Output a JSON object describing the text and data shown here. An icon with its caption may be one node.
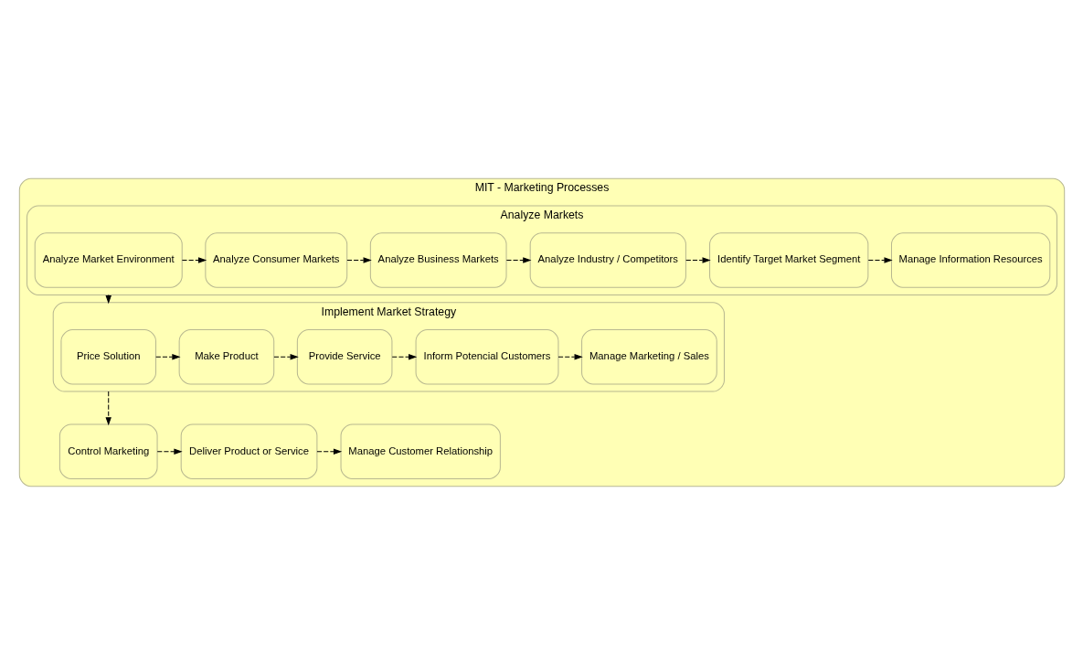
{
  "diagram": {
    "nodes": [
      {
        "text": [
          "MIT - Marketing Processes"
        ]
      },
      {
        "text": [
          "Analyze Markets"
        ],
        "in": 0
      },
      {
        "text": [
          "Analyze Market Environment"
        ],
        "in": 1
      },
      {
        "text": [
          "Analyze Consumer Markets"
        ],
        "in": 1
      },
      {
        "text": [
          "Analyze Business Markets"
        ],
        "in": 1
      },
      {
        "text": [
          "Analyze Industry / Competitors"
        ],
        "in": 1
      },
      {
        "text": [
          "Identify Target Market Segment"
        ],
        "in": 1
      },
      {
        "text": [
          "Manage Information Resources"
        ],
        "in": 1
      },
      {
        "text": [
          "Implement Market Strategy"
        ],
        "in": 0
      },
      {
        "text": [
          "Price Solution"
        ],
        "in": 8
      },
      {
        "text": [
          "Make Product"
        ],
        "in": 8
      },
      {
        "text": [
          "Provide Service"
        ],
        "in": 8
      },
      {
        "text": [
          "Inform Potencial Customers"
        ],
        "in": 8
      },
      {
        "text": [
          "Manage Marketing / Sales"
        ],
        "in": 8
      },
      {
        "text": [
          "Control Marketing"
        ],
        "in": 0
      },
      {
        "text": [
          "Deliver Product or Service"
        ],
        "in": 0
      },
      {
        "text": [
          "Manage Customer Relationship"
        ],
        "in": 0
      }
    ],
    "edges": [
      {
        "from": 2,
        "to": 3,
        "arrow": "to",
        "style": "dashed"
      },
      {
        "from": 3,
        "to": 4,
        "arrow": "to",
        "style": "dashed"
      },
      {
        "from": 4,
        "to": 5,
        "arrow": "to",
        "style": "dashed"
      },
      {
        "from": 5,
        "to": 6,
        "arrow": "to",
        "style": "dashed"
      },
      {
        "from": 6,
        "to": 7,
        "arrow": "to",
        "style": "dashed"
      },
      {
        "from": 1,
        "to": 8,
        "arrow": "to",
        "style": "dashed"
      },
      {
        "from": 9,
        "to": 10,
        "arrow": "to",
        "style": "dashed"
      },
      {
        "from": 10,
        "to": 11,
        "arrow": "to",
        "style": "dashed"
      },
      {
        "from": 11,
        "to": 12,
        "arrow": "to",
        "style": "dashed"
      },
      {
        "from": 12,
        "to": 13,
        "arrow": "to",
        "style": "dashed"
      },
      {
        "from": 8,
        "to": 14,
        "arrow": "to",
        "style": "dashed"
      },
      {
        "from": 14,
        "to": 15,
        "arrow": "to",
        "style": "dashed"
      },
      {
        "from": 15,
        "to": 16,
        "arrow": "to",
        "style": "dashed"
      }
    ]
  }
}
